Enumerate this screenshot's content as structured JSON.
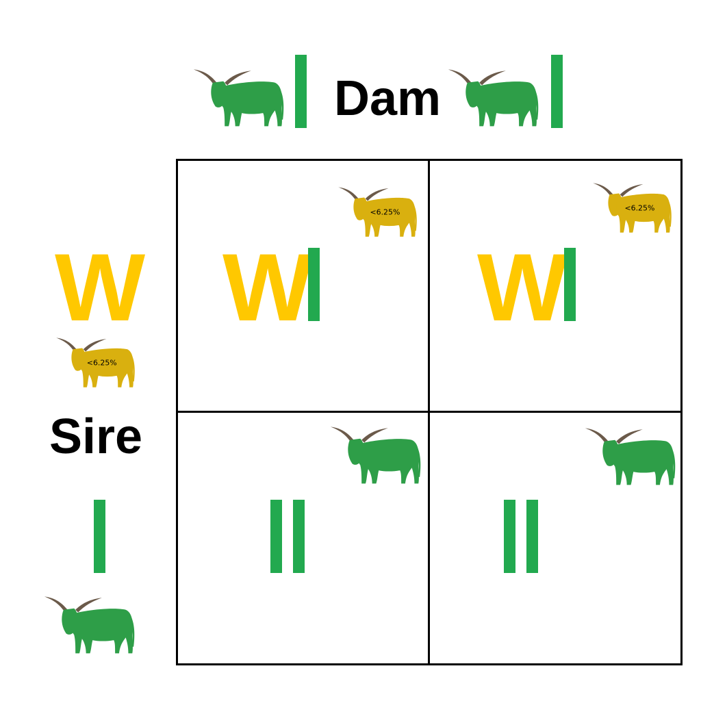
{
  "colors": {
    "w_allele": "#FFC800",
    "i_allele": "#22A94F",
    "green_cow": "#2E9E48",
    "yellow_cow": "#D9B00F",
    "horn": "#6B5A4A",
    "grid_line": "#000000"
  },
  "dam": {
    "label": "Dam",
    "alleles": [
      "I",
      "I"
    ]
  },
  "sire": {
    "label": "Sire",
    "alleles": [
      "W",
      "I"
    ]
  },
  "cells": [
    {
      "genotype_left": "W",
      "genotype_right": "I",
      "cow": "yellow-cow",
      "badge": "<6.25%"
    },
    {
      "genotype_left": "W",
      "genotype_right": "I",
      "cow": "yellow-cow",
      "badge": "<6.25%"
    },
    {
      "genotype_left": "I",
      "genotype_right": "I",
      "cow": "green-cow",
      "badge": ""
    },
    {
      "genotype_left": "I",
      "genotype_right": "I",
      "cow": "green-cow",
      "badge": ""
    }
  ],
  "sire_cow_badge": "<6.25%"
}
